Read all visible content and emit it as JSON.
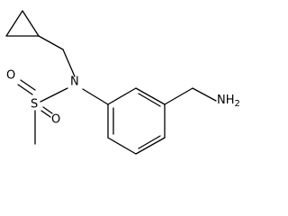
{
  "structure": {
    "atoms": {
      "n": "N",
      "s": "S",
      "o1": "O",
      "o2": "O",
      "amine": "NH",
      "amine_subscript": "2"
    }
  },
  "colors": {
    "bond": "#000000",
    "label": "#000000",
    "background": "#ffffff"
  }
}
